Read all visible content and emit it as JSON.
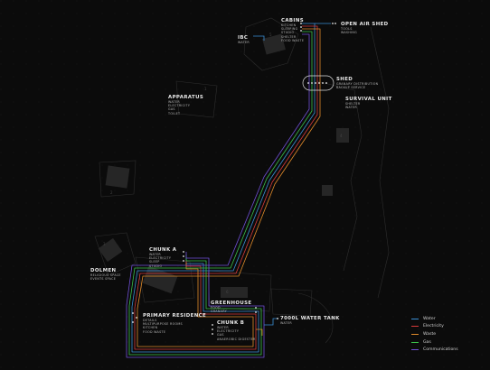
{
  "legend": [
    {
      "label": "Water",
      "color": "#3a8fd6"
    },
    {
      "label": "Electricity",
      "color": "#d63a3a"
    },
    {
      "label": "Waste",
      "color": "#e08a2a"
    },
    {
      "label": "Gas",
      "color": "#3ac24a"
    },
    {
      "label": "Communications",
      "color": "#6f4fd6"
    }
  ],
  "labels": {
    "cabins": {
      "title": "CABINS",
      "items": [
        "KITCHEN",
        "SLEEPING",
        "STUDIO",
        "SHELTER",
        "FOOD WASTE"
      ]
    },
    "open_air_shed": {
      "title": "OPEN AIR SHED",
      "items": [
        "TOOLS",
        "WASHING"
      ]
    },
    "ibc": {
      "title": "IBC",
      "items": [
        "WATER"
      ]
    },
    "shed": {
      "title": "SHED",
      "items": [
        "GRANARY DISTRIBUTION",
        "BACKUP SERVICE"
      ]
    },
    "survival_unit": {
      "title": "SURVIVAL UNIT",
      "items": [
        "SHELTER",
        "WATER"
      ]
    },
    "apparatus": {
      "title": "APPARATUS",
      "items": [
        "WATER",
        "ELECTRICITY",
        "GAS",
        "TOILET"
      ]
    },
    "chunk_a": {
      "title": "CHUNK A",
      "items": [
        "WATER",
        "ELECTRICITY",
        "SLEEP",
        "STUDIO"
      ]
    },
    "dolmen": {
      "title": "DOLMEN",
      "items": [
        "RELIGIOUS SPACE",
        "EVENTS SPACE"
      ]
    },
    "greenhouse": {
      "title": "GREENHOUSE",
      "items": [
        "FOOD",
        "GRANARY"
      ]
    },
    "primary_residence": {
      "title": "PRIMARY RESIDENCE",
      "items": [
        "DETAILS",
        "MULTIPURPOSE ROOMS",
        "KITCHEN",
        "FOOD WASTE"
      ]
    },
    "chunk_b": {
      "title": "CHUNK B",
      "items": [
        "WATER",
        "ELECTRICITY",
        "GAS",
        "ANAEROBIC DIGESTER"
      ]
    },
    "water_tank": {
      "title": "7000L WATER TANK",
      "items": [
        "WATER"
      ]
    }
  }
}
